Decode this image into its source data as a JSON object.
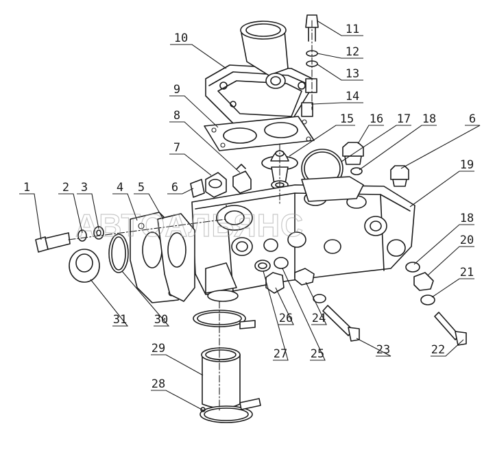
{
  "watermark": "АВТОАЛЬЯНС",
  "callouts": [
    {
      "num": "1"
    },
    {
      "num": "2"
    },
    {
      "num": "3"
    },
    {
      "num": "4"
    },
    {
      "num": "5"
    },
    {
      "num": "6"
    },
    {
      "num": "6"
    },
    {
      "num": "7"
    },
    {
      "num": "8"
    },
    {
      "num": "9"
    },
    {
      "num": "10"
    },
    {
      "num": "11"
    },
    {
      "num": "12"
    },
    {
      "num": "13"
    },
    {
      "num": "14"
    },
    {
      "num": "15"
    },
    {
      "num": "16"
    },
    {
      "num": "17"
    },
    {
      "num": "18"
    },
    {
      "num": "18"
    },
    {
      "num": "19"
    },
    {
      "num": "20"
    },
    {
      "num": "21"
    },
    {
      "num": "22"
    },
    {
      "num": "23"
    },
    {
      "num": "24"
    },
    {
      "num": "25"
    },
    {
      "num": "26"
    },
    {
      "num": "27"
    },
    {
      "num": "28"
    },
    {
      "num": "29"
    },
    {
      "num": "30"
    },
    {
      "num": "31"
    }
  ]
}
